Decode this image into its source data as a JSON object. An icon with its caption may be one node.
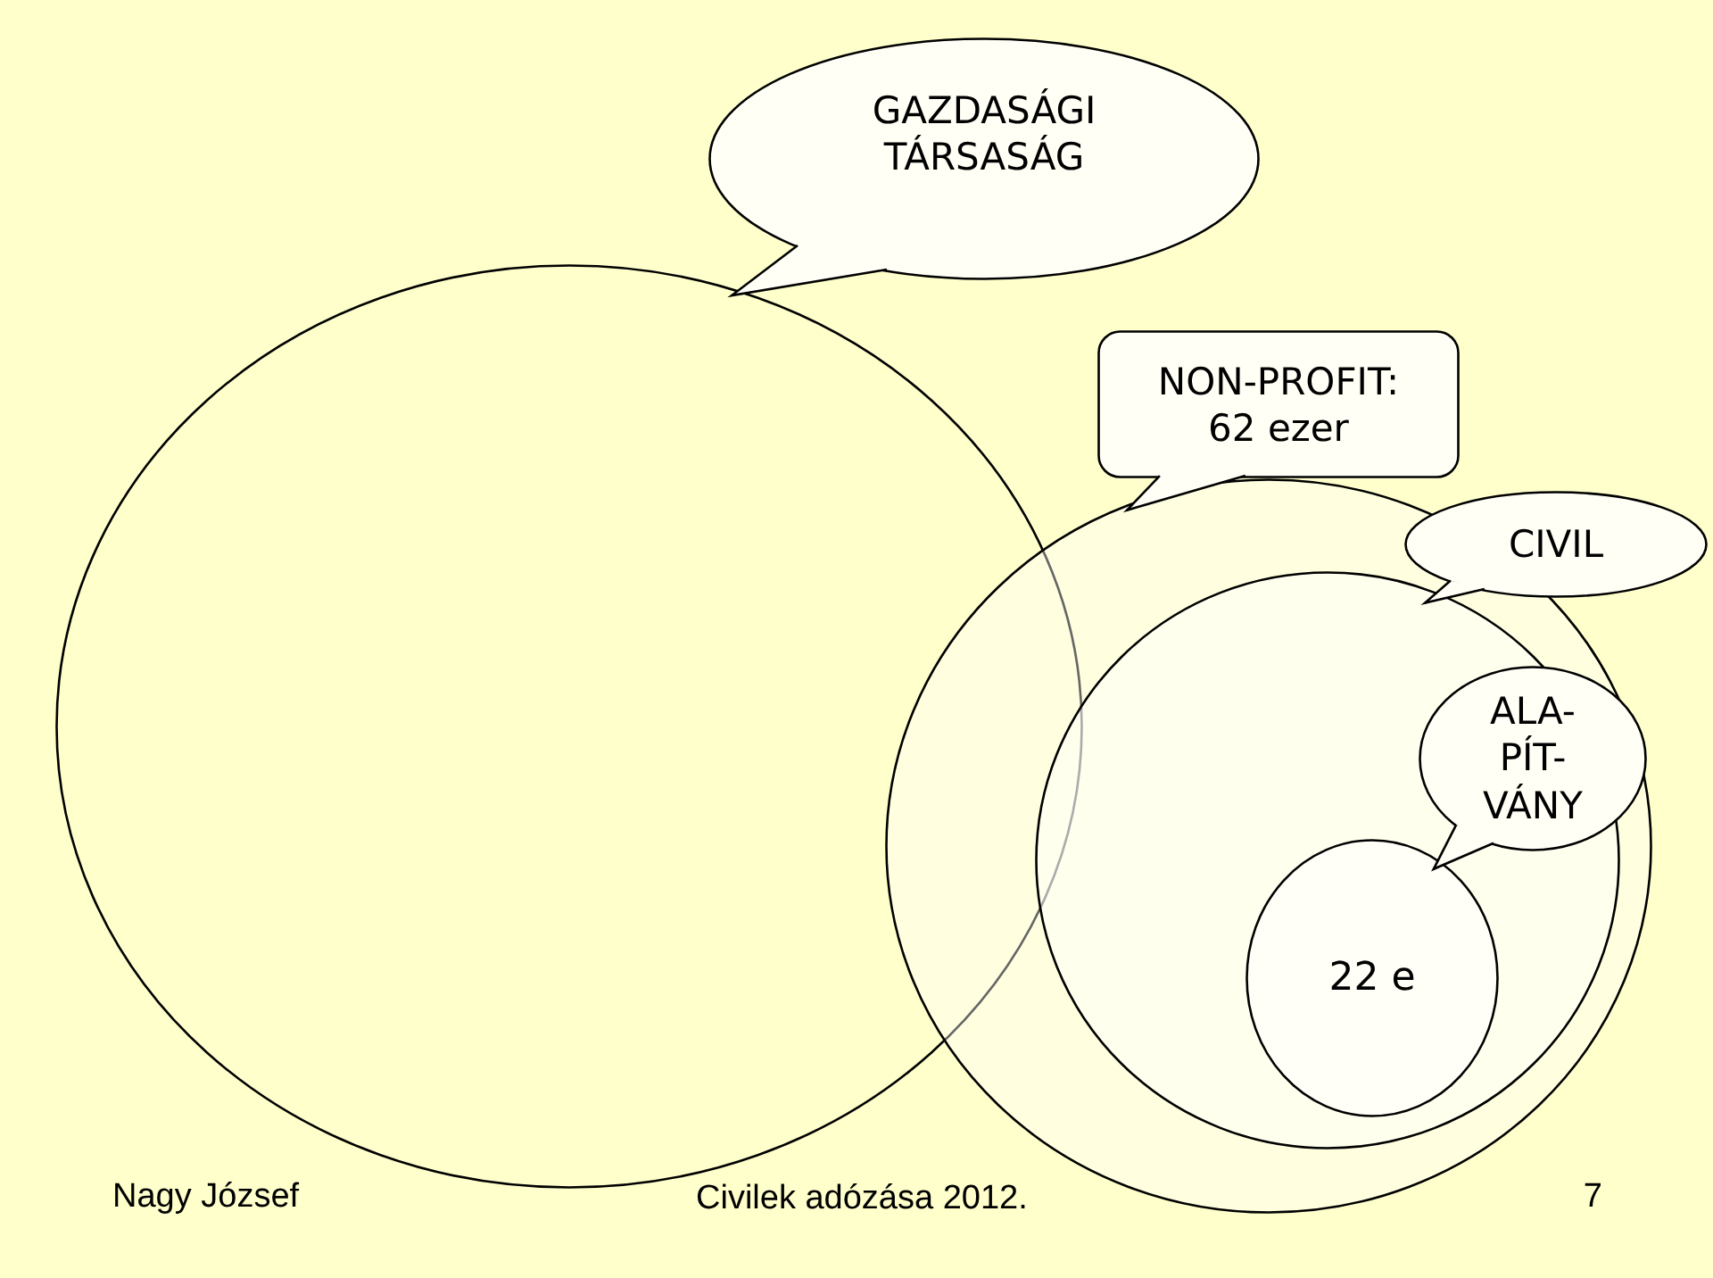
{
  "diagram": {
    "nodes": [
      {
        "text": [
          "GAZDASÁGI TÁRSASÁG"
        ]
      },
      {
        "text": [],
        "shape": "circle"
      },
      {
        "text": [
          "NON-PROFIT: 62 ezer"
        ]
      },
      {
        "text": [],
        "shape": "circle"
      },
      {
        "text": [
          "CIVIL"
        ]
      },
      {
        "text": [],
        "shape": "circle",
        "in": 3
      },
      {
        "text": [
          "ALA- PÍT- VÁNY"
        ],
        "in": 3
      },
      {
        "text": [
          "22 e"
        ],
        "in": 5
      }
    ],
    "edges": [
      {
        "from": 0,
        "to": 1,
        "arrow": "other"
      },
      {
        "from": 2,
        "to": 3,
        "arrow": "other"
      },
      {
        "from": 4,
        "to": 5,
        "arrow": "other"
      },
      {
        "from": 6,
        "to": 7,
        "arrow": "other"
      }
    ],
    "labels": [
      "Nagy József",
      "Civilek adózása 2012.",
      "7"
    ]
  }
}
